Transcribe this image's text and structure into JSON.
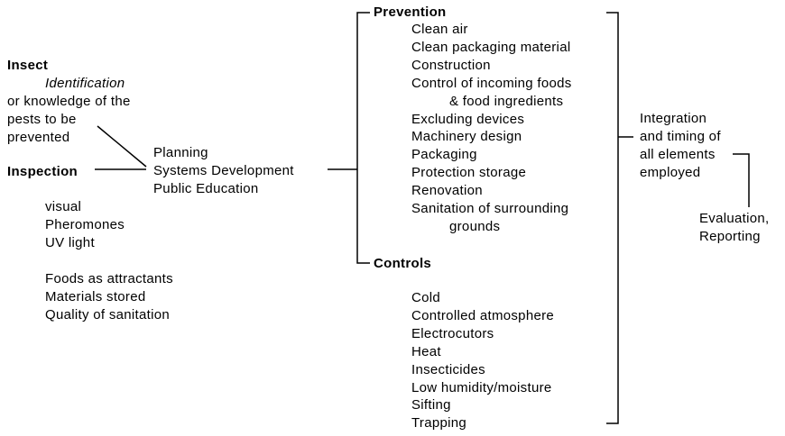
{
  "insect": {
    "title": "Insect",
    "identification": "Identification",
    "lines": [
      "or knowledge of the",
      "pests to be",
      "prevented"
    ]
  },
  "inspection": {
    "title": "Inspection",
    "methods": [
      "visual",
      "Pheromones",
      "UV light"
    ],
    "factors": [
      "Foods as attractants",
      "Materials stored",
      "Quality of sanitation"
    ]
  },
  "center": [
    "Planning",
    "Systems Development",
    "Public Education"
  ],
  "prevention": {
    "title": "Prevention",
    "items": [
      "Clean air",
      "Clean packaging material",
      "Construction",
      "Control of incoming foods",
      "& food ingredients",
      "Excluding devices",
      "Machinery design",
      "Packaging",
      "Protection storage",
      "Renovation",
      "Sanitation of surrounding",
      "grounds"
    ]
  },
  "controls": {
    "title": "Controls",
    "items": [
      "Cold",
      "Controlled atmosphere",
      "Electrocutors",
      "Heat",
      "Insecticides",
      "Low humidity/moisture",
      "Sifting",
      "Trapping"
    ]
  },
  "integration": [
    "Integration",
    "and timing of",
    "all elements",
    "employed"
  ],
  "evaluation": [
    "Evaluation,",
    "Reporting"
  ]
}
